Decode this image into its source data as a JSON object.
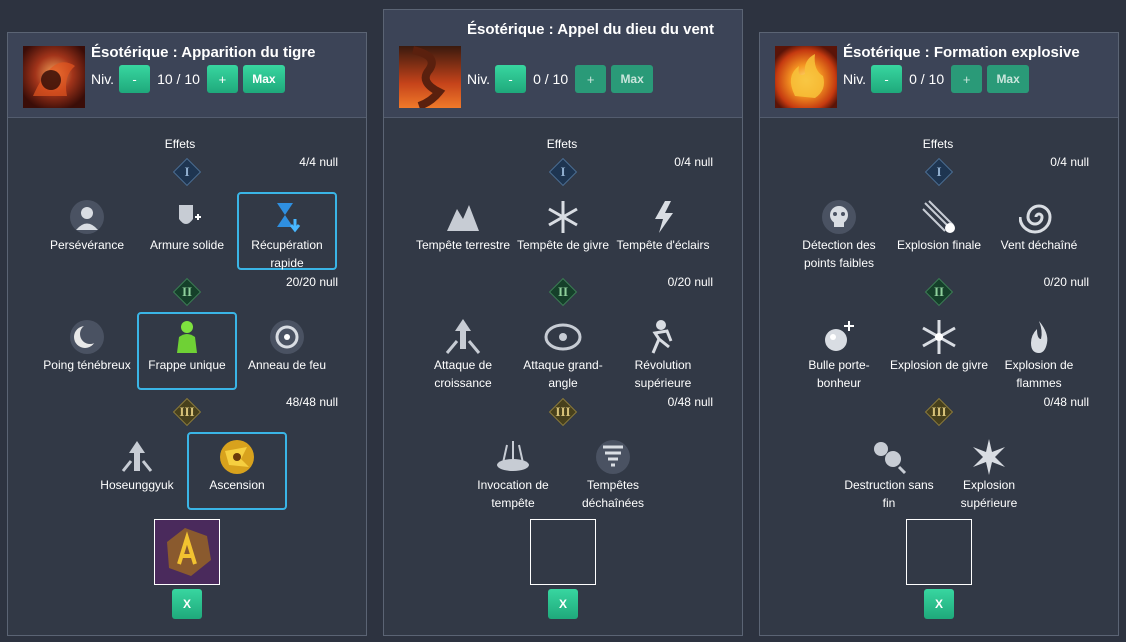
{
  "panels": [
    {
      "title": "Ésotérique : Apparition du tigre",
      "niv_label": "Niv.",
      "minus": "-",
      "level": "10 / 10",
      "plus": "+",
      "max": "Max",
      "effets": "Effets",
      "tiers": [
        {
          "numeral": "I",
          "count": "4/4 null",
          "skills": [
            "Persévérance",
            "Armure solide",
            "Récupération rapide"
          ]
        },
        {
          "numeral": "II",
          "count": "20/20 null",
          "skills": [
            "Poing ténébreux",
            "Frappe unique",
            "Anneau de feu"
          ]
        },
        {
          "numeral": "III",
          "count": "48/48 null",
          "skills": [
            "Hoseunggyuk",
            "Ascension"
          ]
        }
      ],
      "clear": "X"
    },
    {
      "title": "Ésotérique : Appel du dieu du vent",
      "niv_label": "Niv.",
      "minus": "-",
      "level": "0 / 10",
      "plus": "+",
      "max": "Max",
      "effets": "Effets",
      "tiers": [
        {
          "numeral": "I",
          "count": "0/4 null",
          "skills": [
            "Tempête terrestre",
            "Tempête de givre",
            "Tempête d'éclairs"
          ]
        },
        {
          "numeral": "II",
          "count": "0/20 null",
          "skills": [
            "Attaque de croissance",
            "Attaque grand-angle",
            "Révolution supérieure"
          ]
        },
        {
          "numeral": "III",
          "count": "0/48 null",
          "skills": [
            "Invocation de tempête",
            "Tempêtes déchaînées"
          ]
        }
      ],
      "clear": "X"
    },
    {
      "title": "Ésotérique : Formation explosive",
      "niv_label": "Niv.",
      "minus": "-",
      "level": "0 / 10",
      "plus": "+",
      "max": "Max",
      "effets": "Effets",
      "tiers": [
        {
          "numeral": "I",
          "count": "0/4 null",
          "skills": [
            "Détection des points faibles",
            "Explosion finale",
            "Vent déchaîné"
          ]
        },
        {
          "numeral": "II",
          "count": "0/20 null",
          "skills": [
            "Bulle porte-bonheur",
            "Explosion de givre",
            "Explosion de flammes"
          ]
        },
        {
          "numeral": "III",
          "count": "0/48 null",
          "skills": [
            "Destruction sans fin",
            "Explosion supérieure"
          ]
        }
      ],
      "clear": "X"
    }
  ]
}
